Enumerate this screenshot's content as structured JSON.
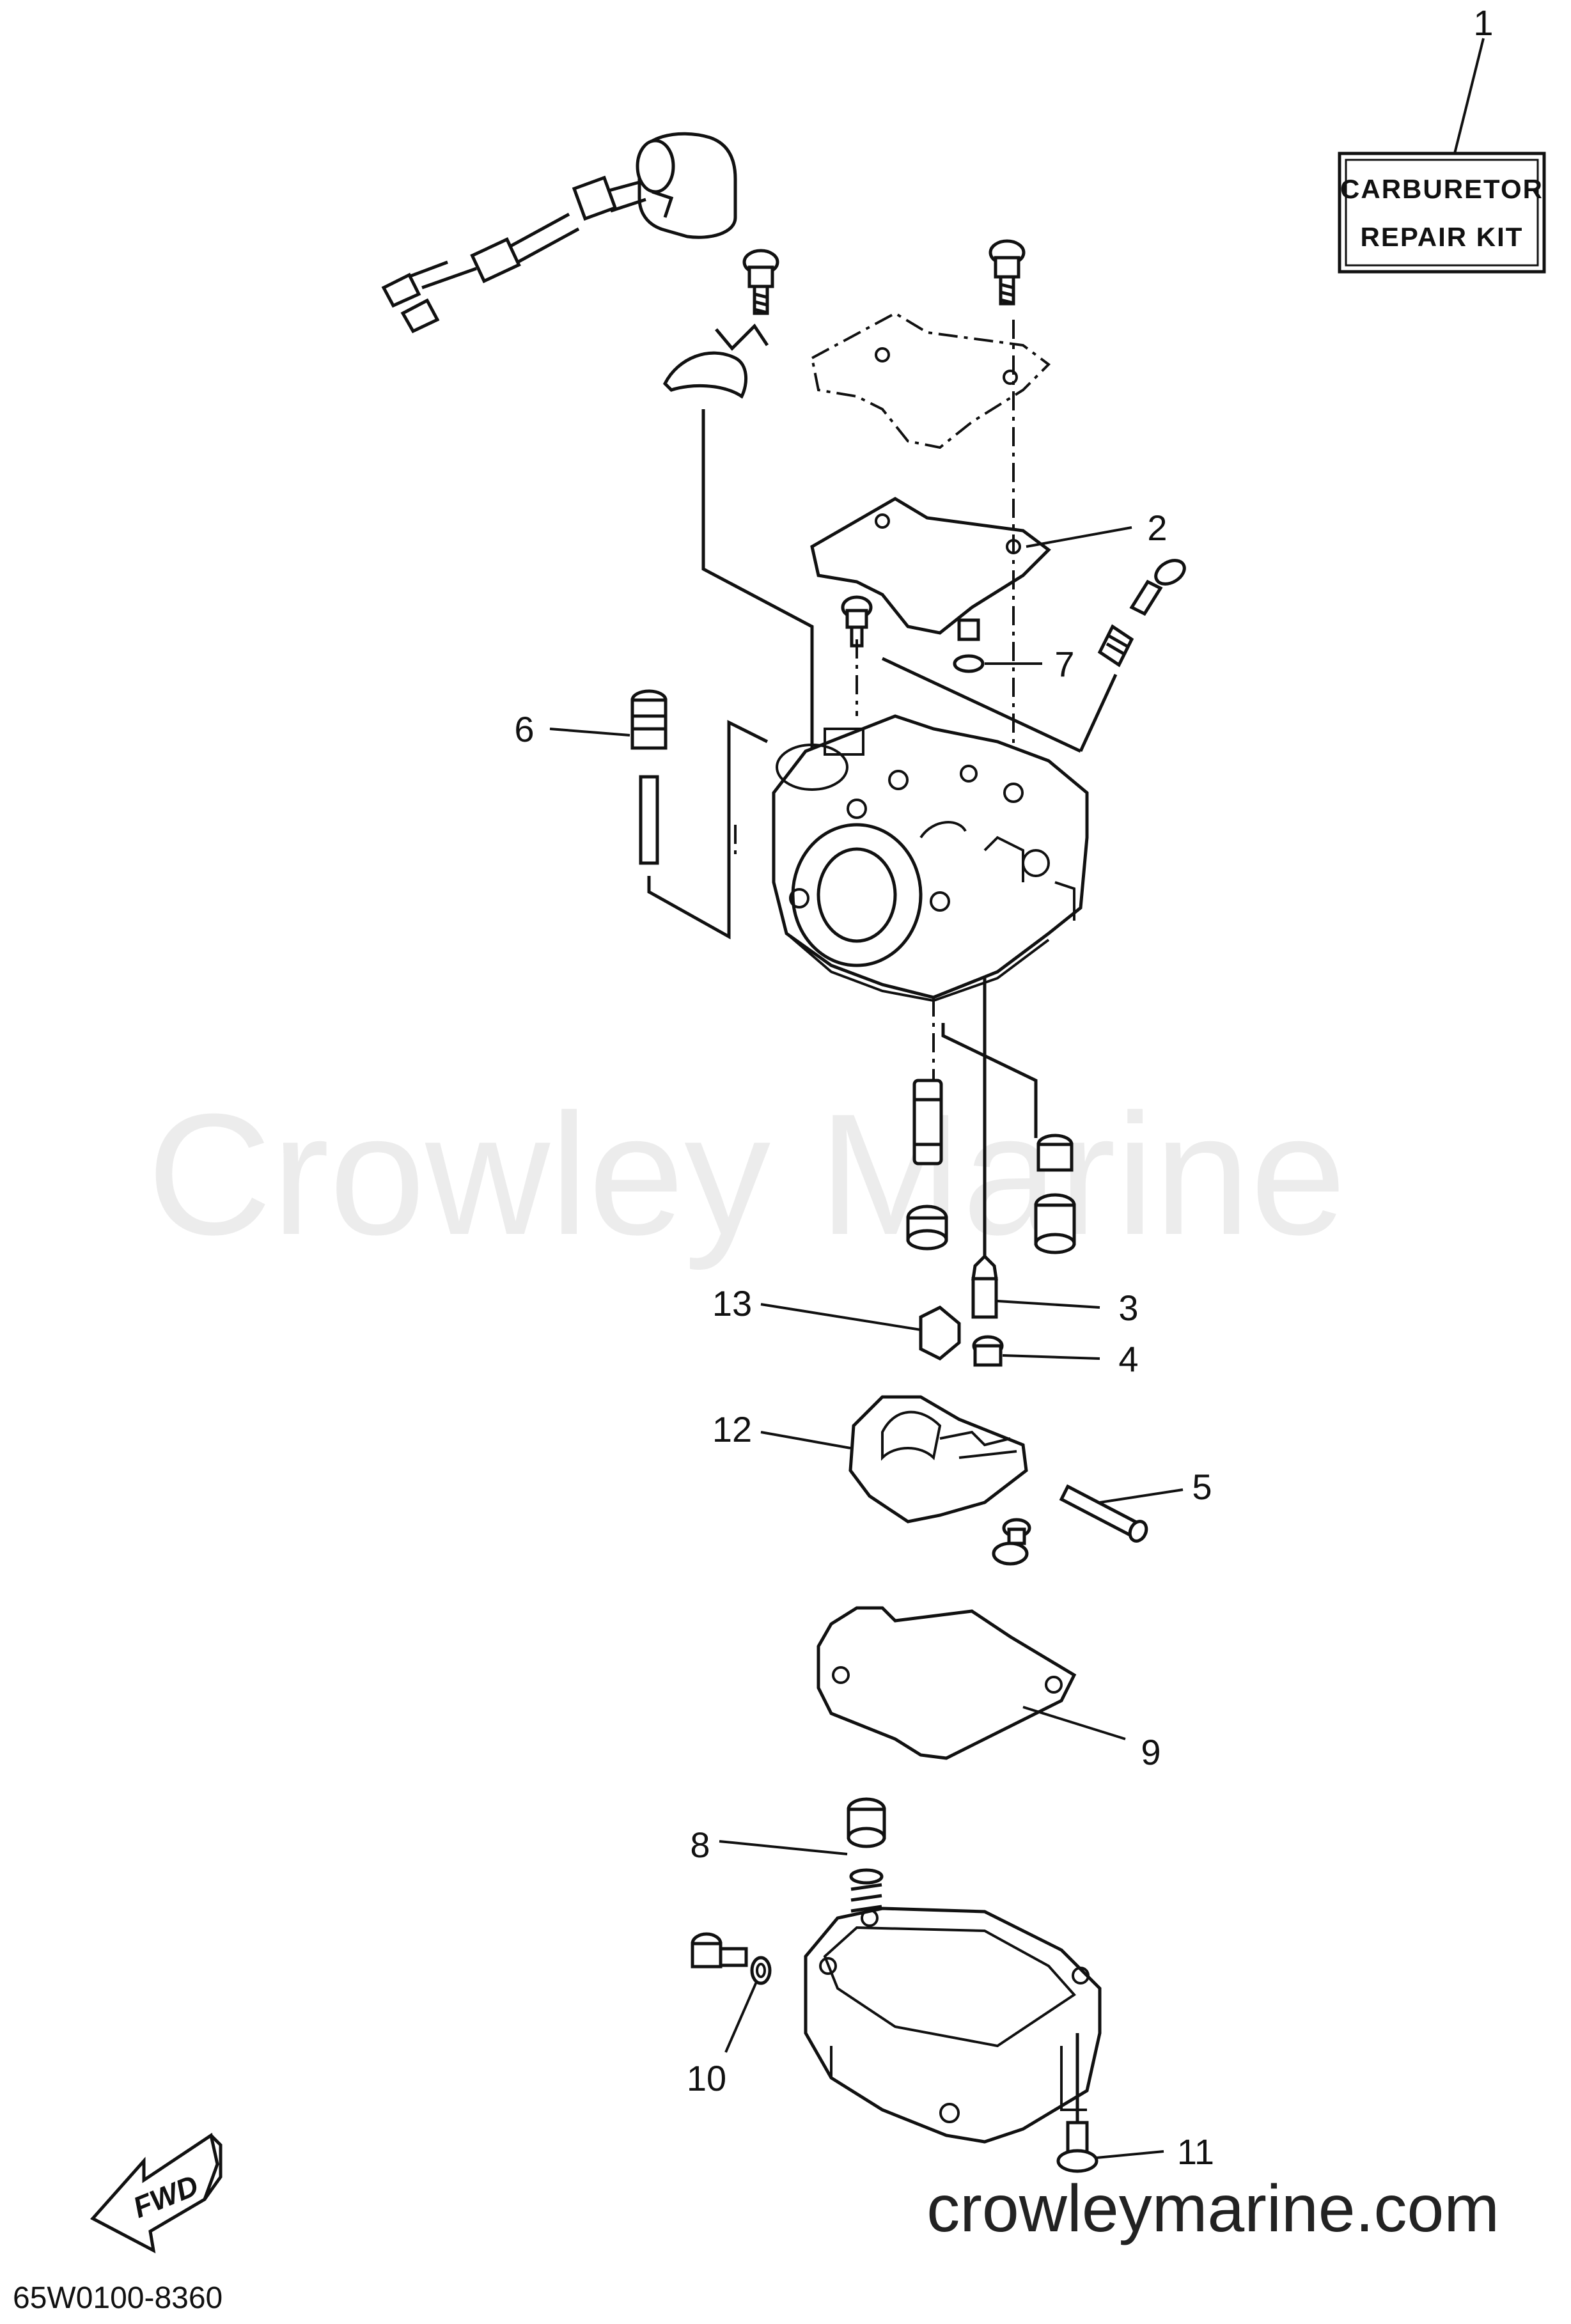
{
  "kit_label": {
    "line1": "CARBURETOR",
    "line2": "REPAIR KIT"
  },
  "callouts": [
    {
      "number": "1"
    },
    {
      "number": "2"
    },
    {
      "number": "3"
    },
    {
      "number": "4"
    },
    {
      "number": "5"
    },
    {
      "number": "6"
    },
    {
      "number": "7"
    },
    {
      "number": "8"
    },
    {
      "number": "9"
    },
    {
      "number": "10"
    },
    {
      "number": "11"
    },
    {
      "number": "12"
    },
    {
      "number": "13"
    }
  ],
  "watermark": "Crowley Marine",
  "footer": {
    "website": "crowleymarine.com",
    "diagram_code": "65W0100-8360",
    "direction_badge": "FWD"
  }
}
